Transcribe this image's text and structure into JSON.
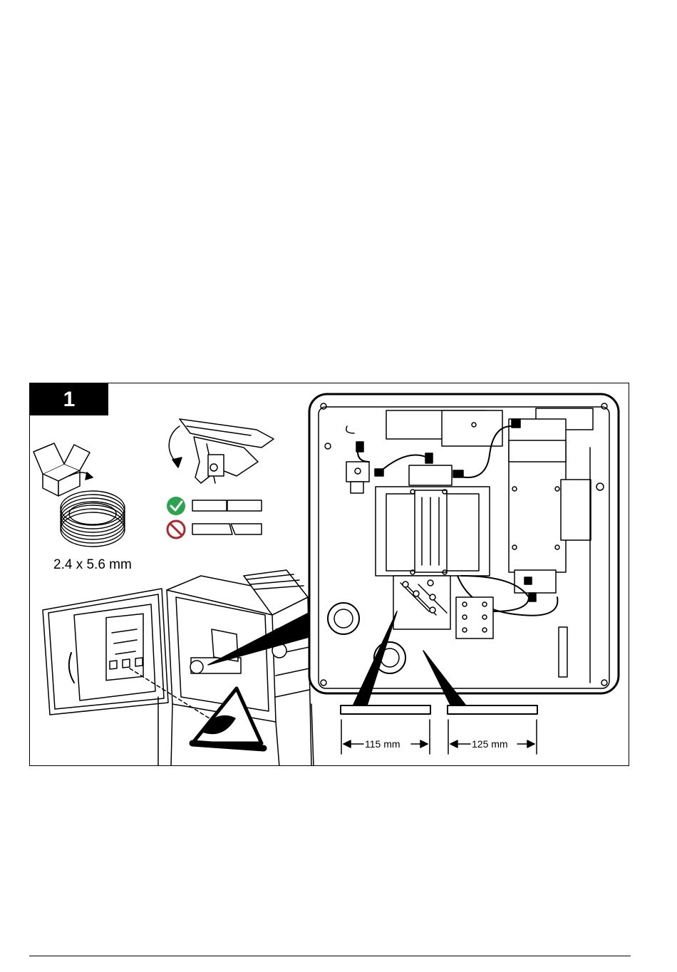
{
  "step": {
    "number": "1"
  },
  "tubing": {
    "dimension_label": "2.4 x 5.6 mm"
  },
  "measurements": [
    {
      "label": "115 mm"
    },
    {
      "label": "125 mm"
    }
  ],
  "colors": {
    "ok": "#2aa44f",
    "prohibited": "#b1252b",
    "ink": "#000000"
  },
  "icons": [
    "open-box-icon",
    "tubing-coil-icon",
    "tube-cutter-icon",
    "check-icon",
    "prohibited-icon",
    "eye-icon"
  ]
}
